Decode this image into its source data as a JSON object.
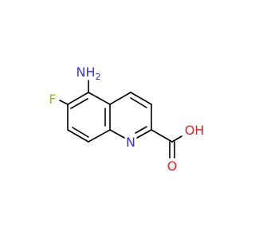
{
  "molecule": {
    "atoms": [
      {
        "id": "amino_n",
        "symbol": "N",
        "suffix": "H",
        "subscript": "2",
        "color": "#3333ee"
      },
      {
        "id": "fluorine",
        "symbol": "F",
        "color": "#99bb33"
      },
      {
        "id": "ring_n",
        "symbol": "N",
        "color": "#3333ee"
      },
      {
        "id": "hydroxyl_o",
        "symbol": "O",
        "suffix": "H",
        "color": "#ee2222"
      },
      {
        "id": "carbonyl_o",
        "symbol": "O",
        "color": "#ee2222"
      }
    ],
    "colors": {
      "bond": "#000000",
      "background": "#ffffff"
    }
  }
}
